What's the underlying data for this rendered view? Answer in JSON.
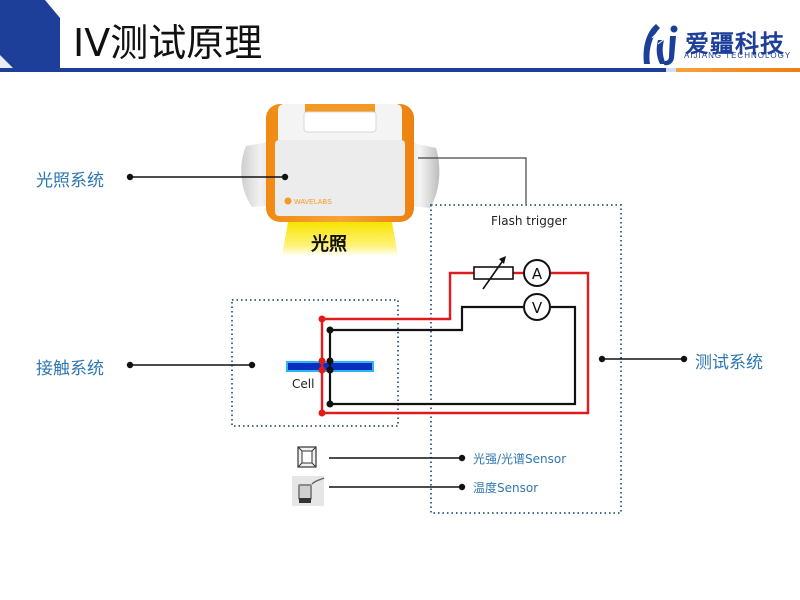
{
  "header": {
    "title": "IV测试原理",
    "logo": {
      "name_cn": "爱疆科技",
      "name_en": "AIJIANG TECHNOLOGY",
      "icon": "aijiang-logo-icon"
    },
    "colors": {
      "primary_blue": "#1d3f99",
      "accent_orange": "#f08a1c"
    }
  },
  "systems": {
    "lighting": "光照系统",
    "contact": "接触系统",
    "test": "测试系统"
  },
  "lamp": {
    "brand": "WAVELABS",
    "light_label": "光照",
    "icon": "solar-simulator-lamp-icon"
  },
  "circuit": {
    "trigger_label": "Flash trigger",
    "ammeter_symbol": "A",
    "voltmeter_symbol": "V",
    "cell_label": "Cell",
    "resistor": "variable-resistor-icon",
    "wire_colors": {
      "current_loop": "#e01b1b",
      "voltage_loop": "#111111"
    }
  },
  "sensors": [
    {
      "label": "光强/光谱Sensor",
      "icon": "irradiance-sensor-icon"
    },
    {
      "label": "温度Sensor",
      "icon": "temperature-sensor-icon"
    }
  ]
}
